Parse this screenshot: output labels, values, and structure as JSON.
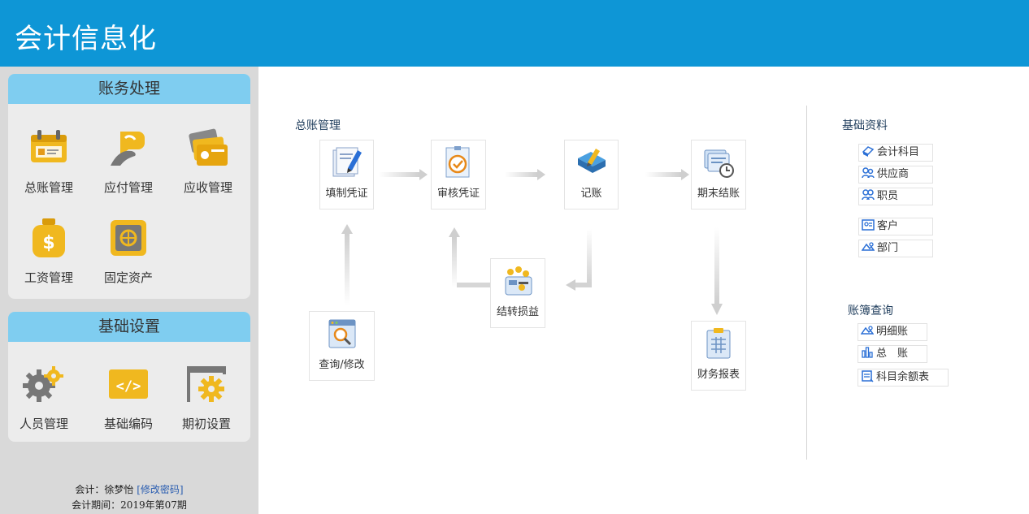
{
  "app": {
    "title": "会计信息化"
  },
  "sidebar": {
    "panel1": {
      "title": "账务处理",
      "items": [
        {
          "label": "总账管理",
          "icon": "ledger-calendar-icon"
        },
        {
          "label": "应付管理",
          "icon": "payable-hand-icon"
        },
        {
          "label": "应收管理",
          "icon": "receivable-cards-icon"
        },
        {
          "label": "工资管理",
          "icon": "salary-moneybag-icon"
        },
        {
          "label": "固定资产",
          "icon": "fixed-asset-safe-icon"
        }
      ]
    },
    "panel2": {
      "title": "基础设置",
      "items": [
        {
          "label": "人员管理",
          "icon": "gears-icon"
        },
        {
          "label": "基础编码",
          "icon": "code-brackets-icon"
        },
        {
          "label": "期初设置",
          "icon": "window-gear-icon"
        }
      ]
    },
    "footer": {
      "accountant_label": "会计：",
      "accountant_name": "徐梦怡",
      "change_password": "[修改密码]",
      "period_label": "会计期间：",
      "period_value": "2019年第07期"
    }
  },
  "main": {
    "ledger_title": "总账管理",
    "flow": {
      "fill_voucher": "填制凭证",
      "audit_voucher": "审核凭证",
      "post": "记账",
      "period_close": "期末结账",
      "query_modify": "查询/修改",
      "carry_forward": "结转损益",
      "financial_report": "财务报表"
    },
    "basic_data": {
      "title": "基础资料",
      "items": [
        "会计科目",
        "供应商",
        "职员",
        "客户",
        "部门"
      ]
    },
    "ledger_query": {
      "title": "账簿查询",
      "items": [
        "明细账",
        "总　账",
        "科目余额表"
      ]
    }
  },
  "colors": {
    "header": "#0e96d6",
    "panel_head": "#7fcdf0",
    "icon_gold": "#f0b81f",
    "link": "#2a5db0"
  }
}
